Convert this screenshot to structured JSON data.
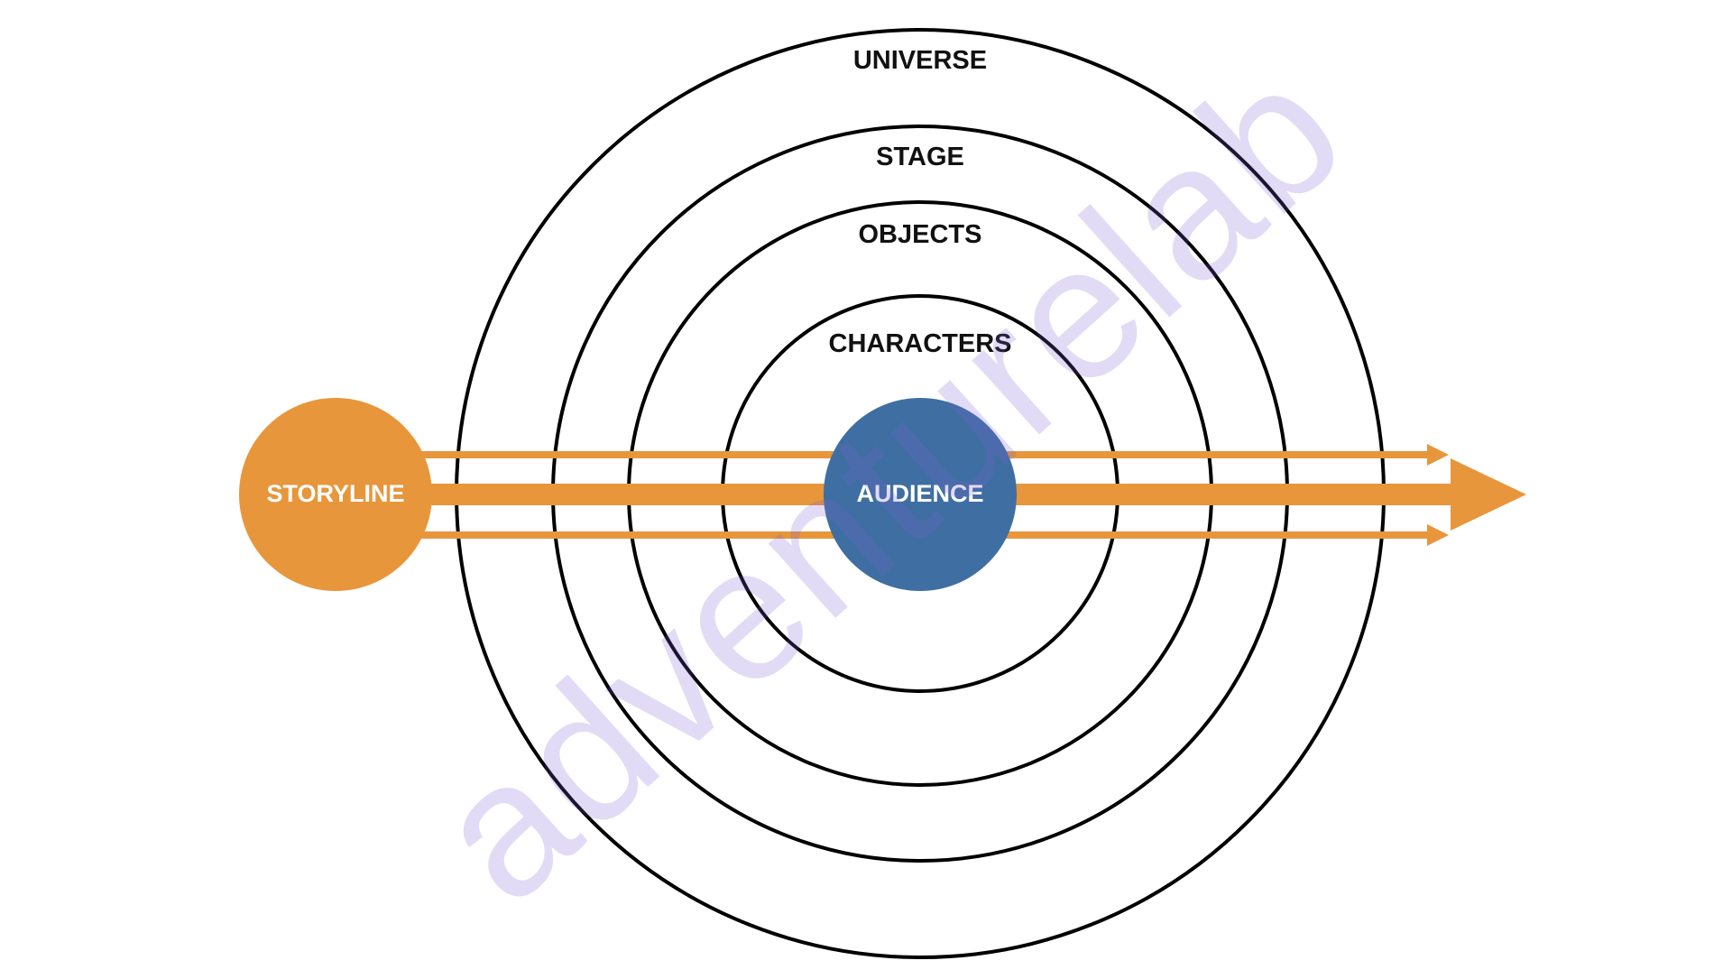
{
  "colors": {
    "ring_stroke": "#000000",
    "storyline": "#E8963B",
    "audience": "#3F6FA2",
    "arrow": "#E8963B",
    "watermark": "#7C5FD6"
  },
  "rings": [
    {
      "id": "universe",
      "label": "UNIVERSE"
    },
    {
      "id": "stage",
      "label": "STAGE"
    },
    {
      "id": "objects",
      "label": "OBJECTS"
    },
    {
      "id": "characters",
      "label": "CHARACTERS"
    }
  ],
  "nodes": {
    "storyline": {
      "label": "STORYLINE"
    },
    "audience": {
      "label": "AUDIENCE"
    }
  },
  "arrows": [
    {
      "id": "upper",
      "kind": "thin"
    },
    {
      "id": "main",
      "kind": "thick"
    },
    {
      "id": "lower",
      "kind": "thin"
    }
  ],
  "watermark": {
    "text": "adventurelab"
  }
}
